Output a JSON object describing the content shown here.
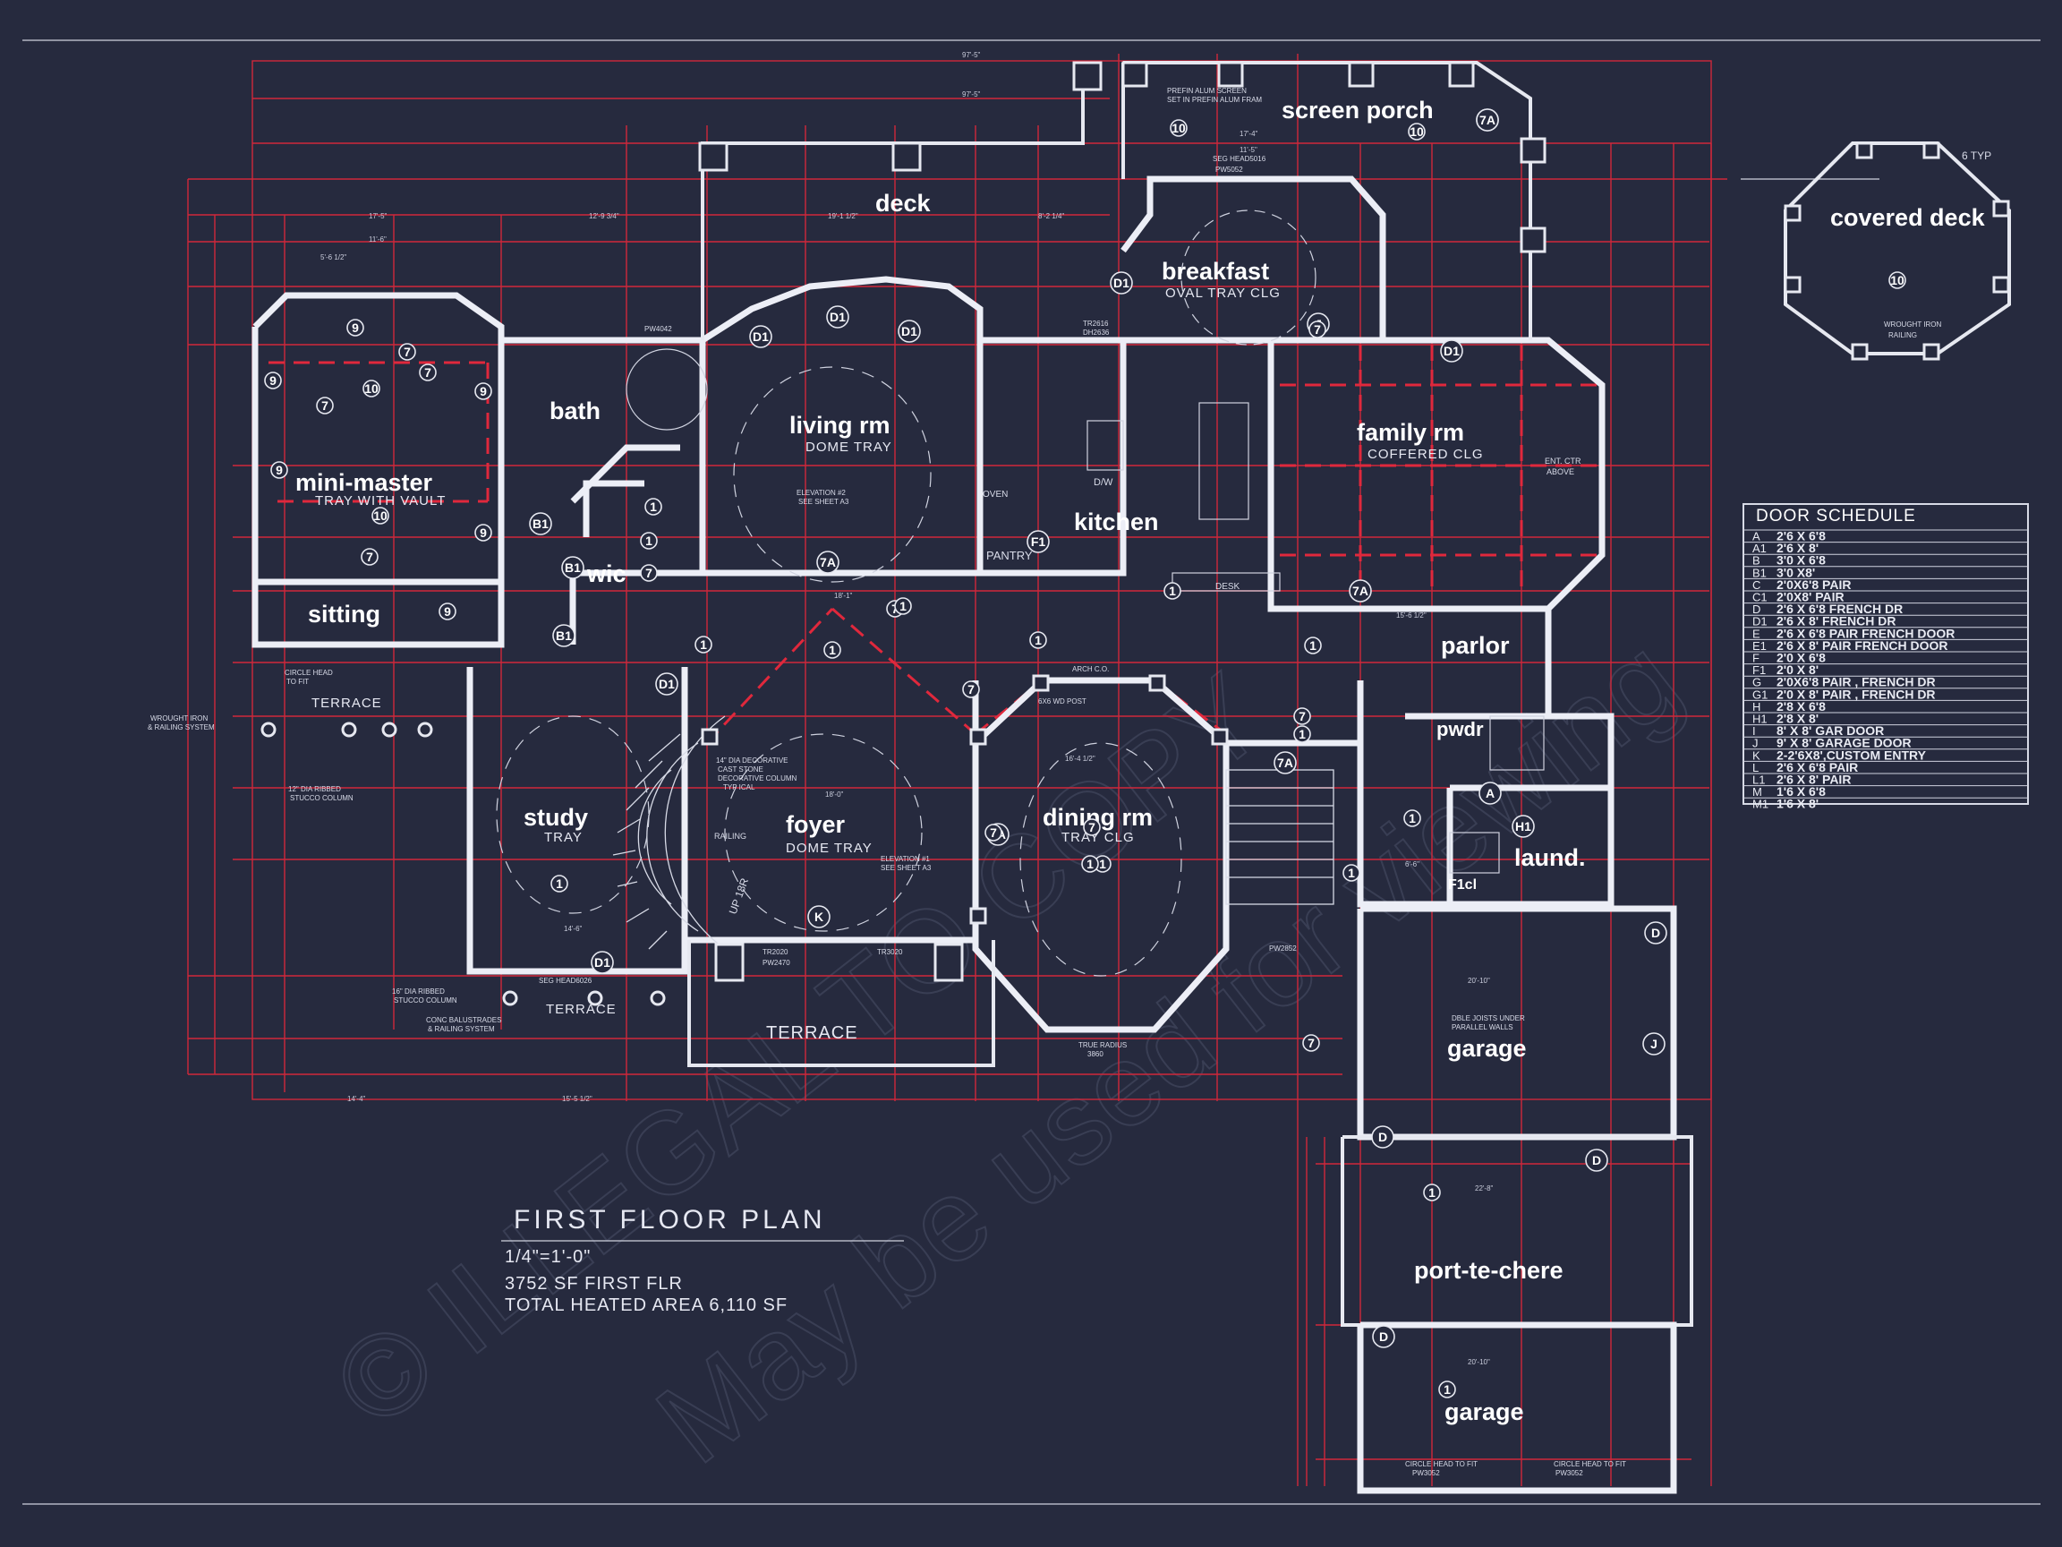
{
  "colors": {
    "background": "#262a3e",
    "walls": "#eceef6",
    "dimension_lines": "#d0273a",
    "text": "#ffffff"
  },
  "rooms": {
    "screen_porch": "screen porch",
    "covered_deck": "covered deck",
    "deck": "deck",
    "breakfast": "breakfast",
    "breakfast_sub": "OVAL TRAY CLG",
    "bath": "bath",
    "living": "living rm",
    "living_sub": "DOME TRAY",
    "family": "family rm",
    "family_sub": "COFFERED CLG",
    "mini_master": "mini-master",
    "mini_master_sub": "TRAY WITH VAULT",
    "kitchen": "kitchen",
    "pantry": "PANTRY",
    "wic": "wic",
    "sitting": "sitting",
    "parlor": "parlor",
    "pwdr": "pwdr",
    "study": "study",
    "study_sub": "TRAY",
    "foyer": "foyer",
    "foyer_sub": "DOME TRAY",
    "dining": "dining  rm",
    "dining_sub": "TRAY CLG",
    "laundry": "laund.",
    "garage_1": "garage",
    "port_te_chere": "port-te-chere",
    "garage_2": "garage",
    "terrace_left": "TERRACE",
    "terrace_study": "TERRACE",
    "terrace_front": "TERRACE",
    "desk": "DESK",
    "oven": "OVEN",
    "dw": "D/W",
    "ent_ctr": "ENT. CTR",
    "above": "ABOVE",
    "railing": "RAILING",
    "up": "UP 18R",
    "f1cl": "F1cl"
  },
  "notes": {
    "prefin_alum_screen": "PREFIN ALUM SCREEN",
    "set_in_prefin": "SET IN PREFIN ALUM FRAM",
    "seg_head": "SEG HEAD5016",
    "pw5052": "PW5052",
    "six_typ": "6 TYP",
    "wrought_iron": "WROUGHT IRON",
    "railing_small": "RAILING",
    "wrought_iron_left_1": "WROUGHT IRON",
    "wrought_iron_left_2": "& RAILING SYSTEM",
    "circle_head": "CIRCLE HEAD",
    "to_fit": "TO FIT",
    "stucco_column_1": "12\" DIA RIBBED",
    "stucco_column_2": "STUCCO COLUMN",
    "stucco_column_3": "16\" DIA RIBBED",
    "stucco_column_4": "STUCCO COLUMN",
    "conc_balustrades_1": "CONC BALUSTRADES",
    "conc_balustrades_2": "& RAILING SYSTEM",
    "seg_head_6026": "SEG HEAD6026",
    "decorative_column_1": "14\" DIA DECORATIVE",
    "decorative_column_2": "CAST STONE",
    "decorative_column_3": "DECORATIVE COLUMN",
    "decorative_column_4": "TYP ICAL",
    "elevation_1": "ELEVATION #1",
    "see_sheet_a3": "SEE SHEET A3",
    "elevation_2": "ELEVATION #2",
    "see_sheet_a3_b": "SEE SHEET A3",
    "arch_co": "ARCH C.O.",
    "true_radius": "TRUE RADIUS",
    "true_radius_val": "3860",
    "tr2020": "TR2020",
    "pw2470": "PW2470",
    "tr3020": "TR3020",
    "pw3052_a": "PW3052",
    "pw3052_b": "PW3052",
    "pw2852": "PW2852",
    "circle_head_fit_a": "CIRCLE HEAD TO FIT",
    "circle_head_fit_b": "CIRCLE HEAD TO FIT",
    "dbl_joists_1": "DBLE JOISTS UNDER",
    "dbl_joists_2": "PARALLEL WALLS",
    "wd_post": "6X6 WD POST",
    "tr2616": "TR2616",
    "dh2636": "DH2636",
    "pw4042": "PW4042"
  },
  "dims": {
    "top_1": "97'-5\"",
    "top_2": "97'-5\"",
    "d_17_5": "17'-5\"",
    "d_12_9": "12'-9 3/4\"",
    "d_19_1": "19'-1 1/2\"",
    "d_8_2": "8'-2 1/4\"",
    "d_17_4": "17'-4\"",
    "d_11_5": "11'-5\"",
    "d_18_1": "18'-1\"",
    "d_18_0": "18'-0\"",
    "d_16_4": "16'-4 1/2\"",
    "d_15_6": "15'-6 1/2\"",
    "d_14_4": "14'-4\"",
    "d_15_5": "15'-5 1/2\"",
    "d_20_1": "20'-10\"",
    "d_22_8": "22'-8\"",
    "d_20_10": "20'-10\"",
    "d_11_6": "11'-6\"",
    "d_5_6": "5'-6 1/2\"",
    "d_14_6": "14'-6\"",
    "d_6_6": "6'-6\""
  },
  "door_tags": [
    "D1",
    "D1",
    "D1",
    "D1",
    "D1",
    "D1",
    "D1",
    "D1",
    "B1",
    "B1",
    "B1",
    "F1",
    "H1",
    "A",
    "D",
    "D",
    "D",
    "D",
    "K",
    "J",
    "J",
    "7A",
    "7A",
    "7A",
    "7A",
    "7A"
  ],
  "window_tags": [
    "9",
    "9",
    "9",
    "9",
    "9",
    "9",
    "10",
    "10",
    "10",
    "10",
    "10",
    "7",
    "7",
    "7",
    "7",
    "7",
    "7",
    "7",
    "7",
    "7",
    "7",
    "7",
    "7",
    "1",
    "1",
    "1",
    "1",
    "1",
    "1",
    "1",
    "1",
    "1",
    "1",
    "1",
    "1",
    "1",
    "1",
    "1",
    "1"
  ],
  "title": {
    "name": "FIRST  FLOOR  PLAN",
    "scale": "1/4\"=1'-0\"",
    "area_first": "3752 SF FIRST FLR",
    "area_total": "TOTAL HEATED AREA 6,110 SF"
  },
  "door_schedule": {
    "heading": "DOOR SCHEDULE",
    "rows": [
      {
        "key": "A",
        "desc": "2'6 X 6'8"
      },
      {
        "key": "A1",
        "desc": "2'6 X 8'"
      },
      {
        "key": "B",
        "desc": "3'0 X 6'8"
      },
      {
        "key": "B1",
        "desc": "3'0 X8'"
      },
      {
        "key": "C",
        "desc": "2'0X6'8 PAIR"
      },
      {
        "key": "C1",
        "desc": "2'0X8' PAIR"
      },
      {
        "key": "D",
        "desc": "2'6 X 6'8 FRENCH DR"
      },
      {
        "key": "D1",
        "desc": "2'6 X 8' FRENCH DR"
      },
      {
        "key": "E",
        "desc": "2'6 X 6'8 PAIR FRENCH DOOR"
      },
      {
        "key": "E1",
        "desc": "2'6 X 8' PAIR FRENCH DOOR"
      },
      {
        "key": "F",
        "desc": "2'0 X 6'8"
      },
      {
        "key": "F1",
        "desc": "2'0 X 8'"
      },
      {
        "key": "G",
        "desc": "2'0X6'8 PAIR , FRENCH DR"
      },
      {
        "key": "G1",
        "desc": "2'0 X 8' PAIR , FRENCH DR"
      },
      {
        "key": "H",
        "desc": "2'8 X 6'8"
      },
      {
        "key": "H1",
        "desc": "2'8 X 8'"
      },
      {
        "key": "I",
        "desc": "8' X 8' GAR DOOR"
      },
      {
        "key": "J",
        "desc": "9' X 8' GARAGE DOOR"
      },
      {
        "key": "K",
        "desc": "2-2'6X8',CUSTOM ENTRY"
      },
      {
        "key": "L",
        "desc": "2'6 X 6'8 PAIR"
      },
      {
        "key": "L1",
        "desc": "2'6 X 8' PAIR"
      },
      {
        "key": "M",
        "desc": "1'6 X 6'8"
      },
      {
        "key": "M1",
        "desc": "1'6 X 8'"
      }
    ]
  },
  "watermark": {
    "line1": "© ILLEGAL TO COPY",
    "line2": "May be used for viewing"
  }
}
